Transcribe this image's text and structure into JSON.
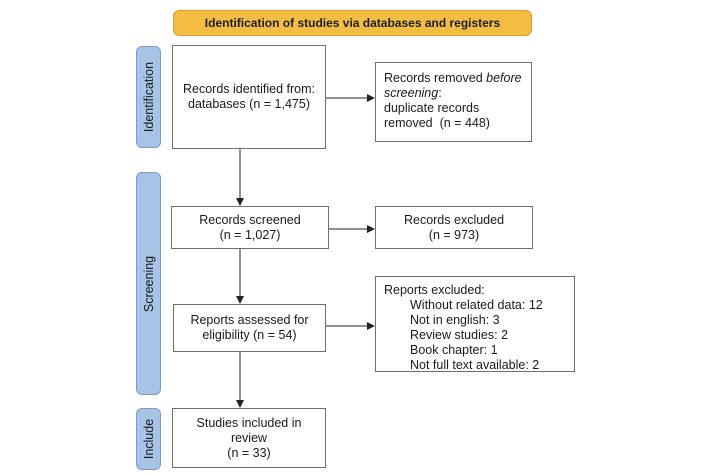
{
  "header": "Identification of studies via databases and registers",
  "stages": {
    "identification": "Identification",
    "screening": "Screening",
    "include": "Include"
  },
  "boxes": {
    "records_identified": [
      "Records identified from:",
      "databases (n = 1,475)"
    ],
    "records_removed": {
      "line1_pre": "Records removed ",
      "line1_italic": "before",
      "line2_italic": "screening",
      "line2_post": ":",
      "line3": "duplicate records",
      "line4": "removed  (n = 448)"
    },
    "records_screened": [
      "Records screened",
      "(n = 1,027)"
    ],
    "records_excluded": [
      "Records excluded",
      "(n = 973)"
    ],
    "reports_assessed": [
      "Reports assessed for",
      "eligibility (n = 54)"
    ],
    "reports_excluded": {
      "title": "Reports excluded:",
      "items": [
        "Without related data: 12",
        "Not in english: 3",
        "Review studies: 2",
        "Book chapter: 1",
        "Not full text available: 2"
      ]
    },
    "studies_included": [
      "Studies included in",
      "review",
      "(n = 33)"
    ]
  }
}
